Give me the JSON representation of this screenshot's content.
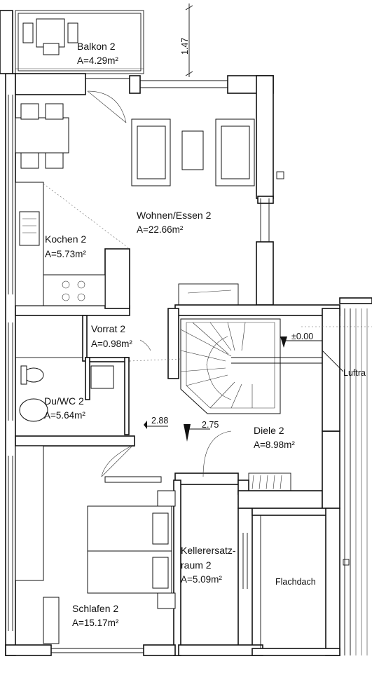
{
  "rooms": [
    {
      "name": "Balkon  2",
      "area": "A=4.29m²"
    },
    {
      "name": "Wohnen/Essen  2",
      "area": "A=22.66m²"
    },
    {
      "name": "Kochen  2",
      "area": "A=5.73m²"
    },
    {
      "name": "Vorrat  2",
      "area": "A=0.98m²"
    },
    {
      "name": "Du/WC  2",
      "area": "A=5.64m²"
    },
    {
      "name": "Diele  2",
      "area": "A=8.98m²"
    },
    {
      "name": "Schlafen  2",
      "area": "A=15.17m²"
    }
  ],
  "keller": {
    "line1": "Kellerersatz-",
    "line2": "raum  2",
    "area": "A=5.09m²"
  },
  "flachdach": "Flachdach",
  "luftraum": "Luftra",
  "levels": {
    "floor": "±0.00",
    "step1": "2.88",
    "step2": "2.75"
  },
  "dimension": "1.47"
}
